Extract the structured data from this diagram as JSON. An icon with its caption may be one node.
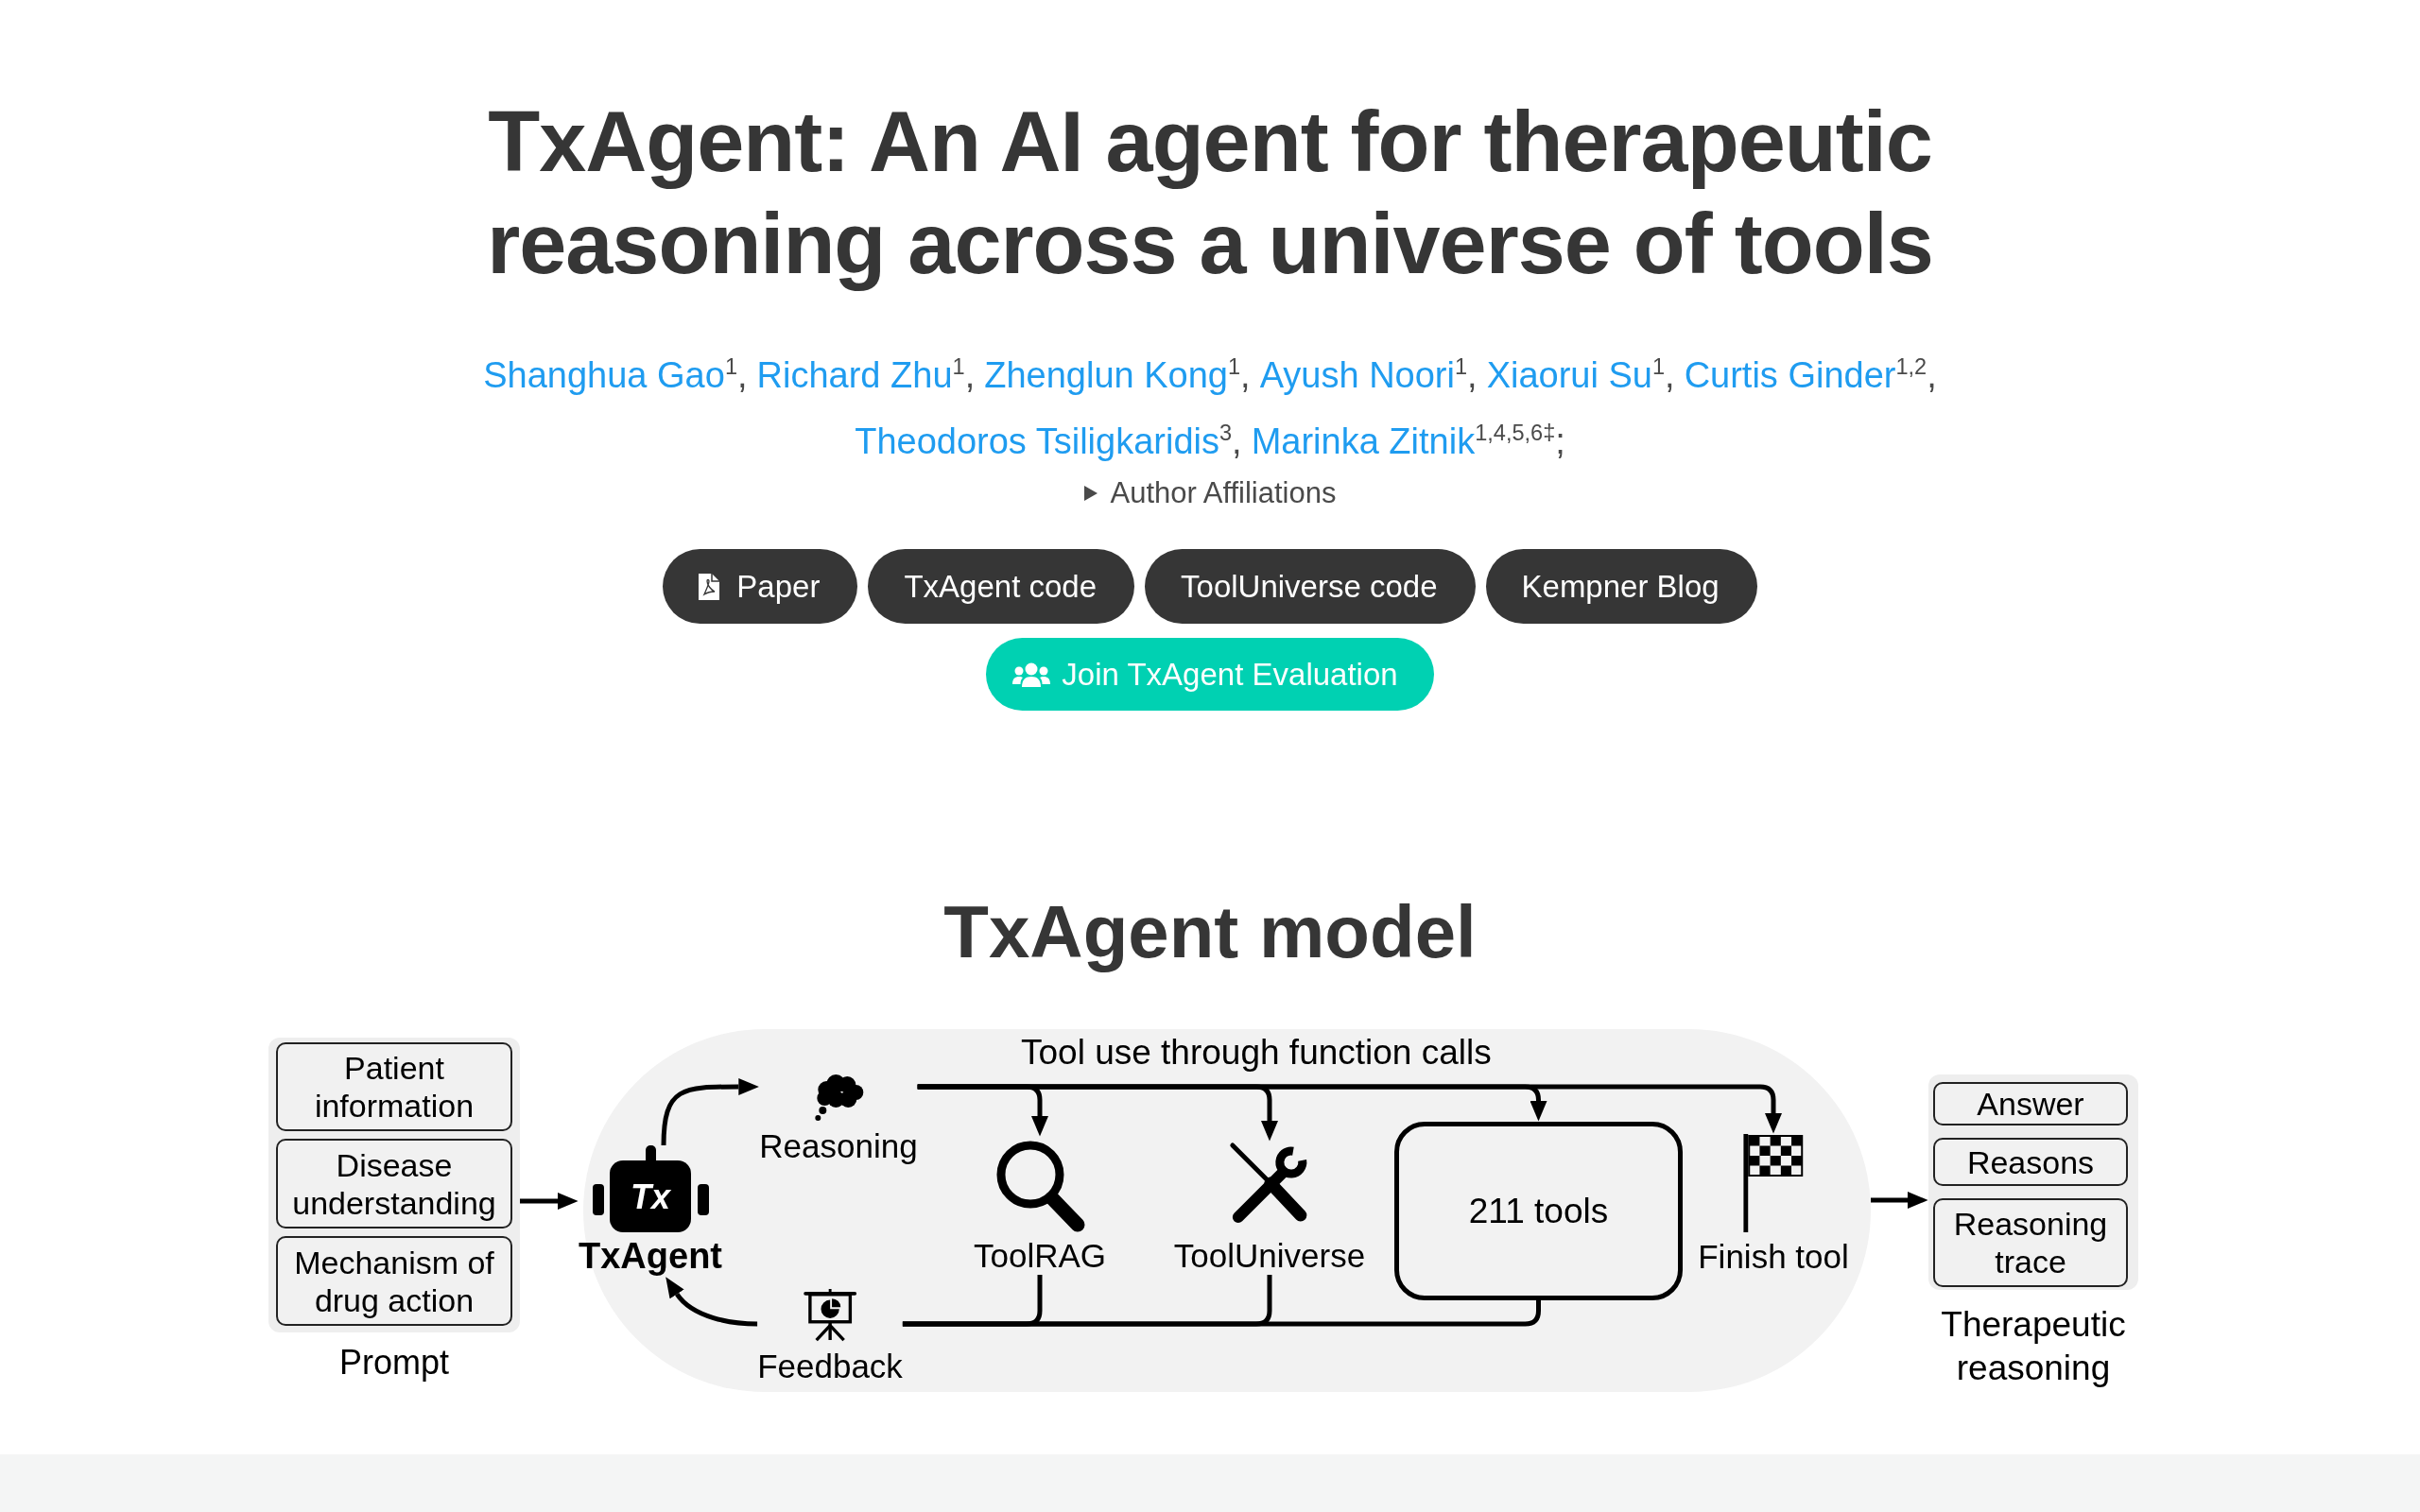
{
  "diagram": {
    "title": "TxAgent: An AI agent for therapeutic reasoning across a universe of tools",
    "nodes": [
      {
        "text": [
          "Prompt"
        ]
      },
      {
        "text": [
          "Patient information"
        ],
        "in": 0
      },
      {
        "text": [
          "Disease understanding"
        ],
        "in": 0
      },
      {
        "text": [
          "Mechanism of drug action"
        ],
        "in": 0
      },
      {
        "text": [
          "Tool use through function calls"
        ]
      },
      {
        "text": [
          "Tx",
          "TxAgent"
        ],
        "in": 4
      },
      {
        "text": [
          "Reasoning"
        ],
        "in": 4
      },
      {
        "text": [
          "ToolRAG"
        ],
        "in": 4
      },
      {
        "text": [
          "ToolUniverse"
        ],
        "in": 4
      },
      {
        "text": [
          "211 tools"
        ],
        "in": 4
      },
      {
        "text": [
          "Finish tool"
        ],
        "in": 4
      },
      {
        "text": [
          "Feedback"
        ],
        "in": 4
      },
      {
        "text": [
          "Therapeutic reasoning"
        ]
      },
      {
        "text": [
          "Answer"
        ],
        "in": 12
      },
      {
        "text": [
          "Reasons"
        ],
        "in": 12
      },
      {
        "text": [
          "Reasoning trace"
        ],
        "in": 12
      }
    ],
    "edges": [
      {
        "from": 0,
        "to": 5,
        "arrow": "to"
      },
      {
        "from": 5,
        "to": 6,
        "arrow": "to"
      },
      {
        "from": 6,
        "to": 7,
        "arrow": "to"
      },
      {
        "from": 6,
        "to": 8,
        "arrow": "to"
      },
      {
        "from": 6,
        "to": 9,
        "arrow": "to"
      },
      {
        "from": 6,
        "to": 10,
        "arrow": "to"
      },
      {
        "from": 7,
        "to": 11,
        "arrow": "none"
      },
      {
        "from": 8,
        "to": 11,
        "arrow": "none"
      },
      {
        "from": 9,
        "to": 11,
        "arrow": "none"
      },
      {
        "from": 11,
        "to": 5,
        "arrow": "to"
      },
      {
        "from": 4,
        "to": 12,
        "arrow": "to"
      }
    ],
    "labels": [
      "Shanghua Gao$^{1}$,",
      "Richard Zhu$^{1}$,",
      "Zhenglun Kong$^{1}$,",
      "Ayush Noori$^{1}$,",
      "Xiaorui Su$^{1}$,",
      "Curtis Ginder$^{1,2}$,",
      "Theodoros Tsiligkaridis$^{3}$,",
      "Marinka Zitnik$^{1,4,5,6‡}$;",
      "Author Affiliations",
      "Paper",
      "TxAgent code",
      "ToolUniverse code",
      "Kempner Blog",
      "Join TxAgent Evaluation",
      "TxAgent model"
    ]
  }
}
